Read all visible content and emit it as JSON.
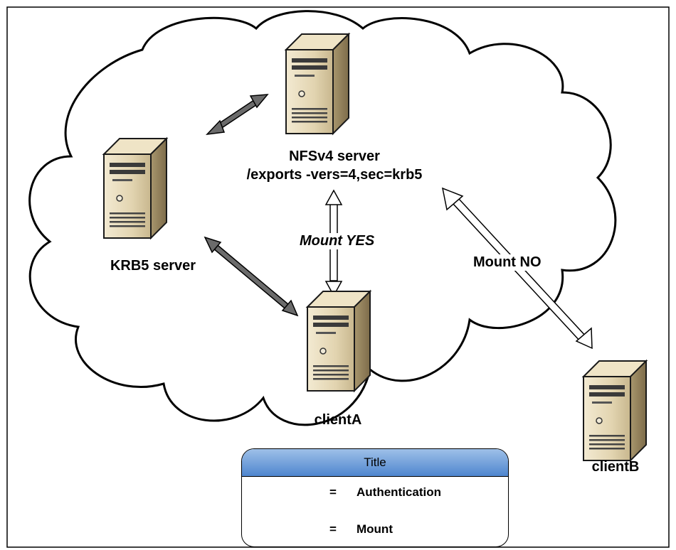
{
  "servers": {
    "nfs": {
      "name": "NFSv4 server",
      "export": "/exports -vers=4,sec=krb5"
    },
    "krb5": {
      "name": "KRB5 server"
    },
    "clientA": {
      "name": "clientA"
    },
    "clientB": {
      "name": "clientB"
    }
  },
  "links": {
    "mount_yes": "Mount YES",
    "mount_no": "Mount NO"
  },
  "legend": {
    "title": "Title",
    "items": [
      {
        "symbol": "=",
        "label": "Authentication",
        "arrow": "gray-double-arrow"
      },
      {
        "symbol": "=",
        "label": "Mount",
        "arrow": "white-double-arrow"
      }
    ]
  },
  "colors": {
    "auth_arrow": "#6b6b6b",
    "mount_arrow": "#ffffff",
    "server_body": "#dccfae",
    "legend_header": "#6d9bd8"
  }
}
